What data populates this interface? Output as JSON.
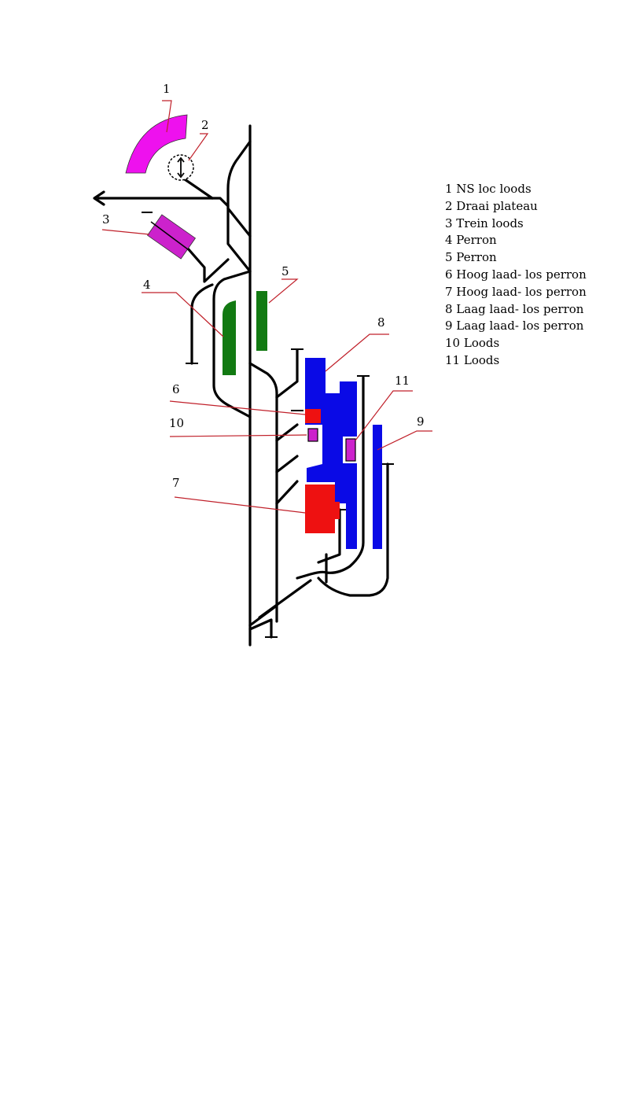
{
  "colors": {
    "track": "#000000",
    "leader": "#c0202a",
    "loc_shed": "#ee11ee",
    "shed": "#cc22cc",
    "passenger_platform": "#127a12",
    "high_platform": "#ee1111",
    "low_platform": "#0a0ae6"
  },
  "icons": {
    "arrow": "arrow-left-icon",
    "turntable": "turntable-icon",
    "buffer": "buffer-stop-icon"
  },
  "callouts": [
    {
      "id": "1",
      "label": "1"
    },
    {
      "id": "2",
      "label": "2"
    },
    {
      "id": "3",
      "label": "3"
    },
    {
      "id": "4",
      "label": "4"
    },
    {
      "id": "5",
      "label": "5"
    },
    {
      "id": "6",
      "label": "6"
    },
    {
      "id": "7",
      "label": "7"
    },
    {
      "id": "8",
      "label": "8"
    },
    {
      "id": "9",
      "label": "9"
    },
    {
      "id": "10",
      "label": "10"
    },
    {
      "id": "11",
      "label": "11"
    }
  ],
  "legend": [
    "1 NS loc loods",
    "2 Draai plateau",
    "3 Trein loods",
    "4 Perron",
    "5 Perron",
    "6 Hoog laad- los perron",
    "7 Hoog laad- los perron",
    "8 Laag laad- los perron",
    "9 Laag laad- los perron",
    "10 Loods",
    "11 Loods"
  ]
}
